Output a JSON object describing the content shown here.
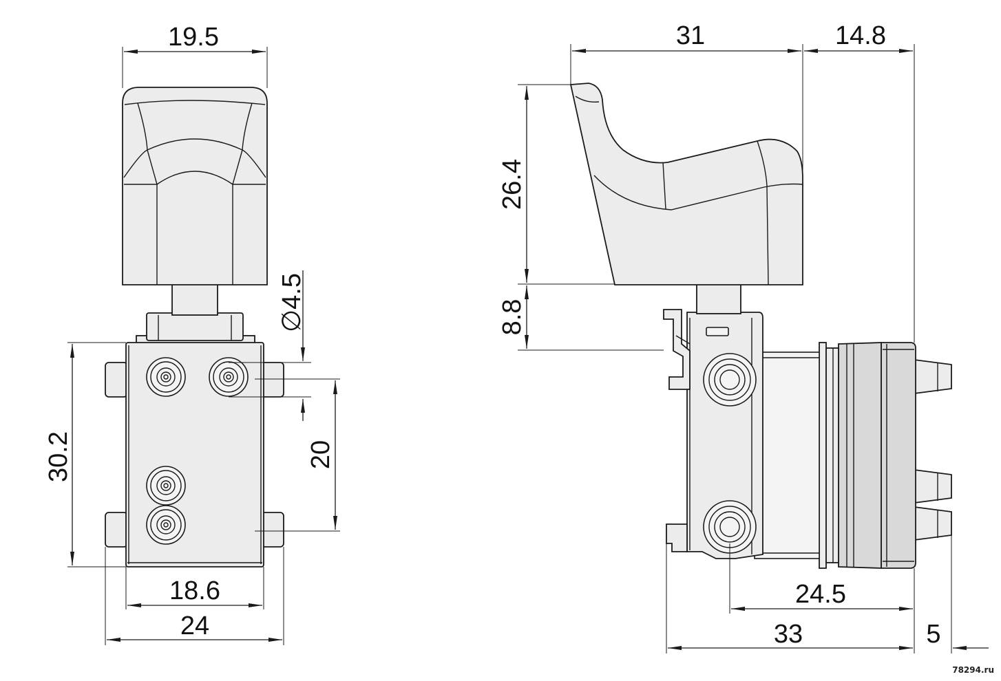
{
  "dimensions": {
    "front_top_width": "19.5",
    "front_hole_dia": "∅4.5",
    "front_height": "30.2",
    "front_hole_spacing": "20",
    "front_body_width": "18.6",
    "front_overall_width": "24",
    "side_trigger_length": "31",
    "side_back_offset": "14.8",
    "side_trigger_height": "26.4",
    "side_stem_height": "8.8",
    "side_body_length": "24.5",
    "side_overall_length": "33",
    "side_pin_length": "5"
  },
  "watermark": "78294.ru"
}
